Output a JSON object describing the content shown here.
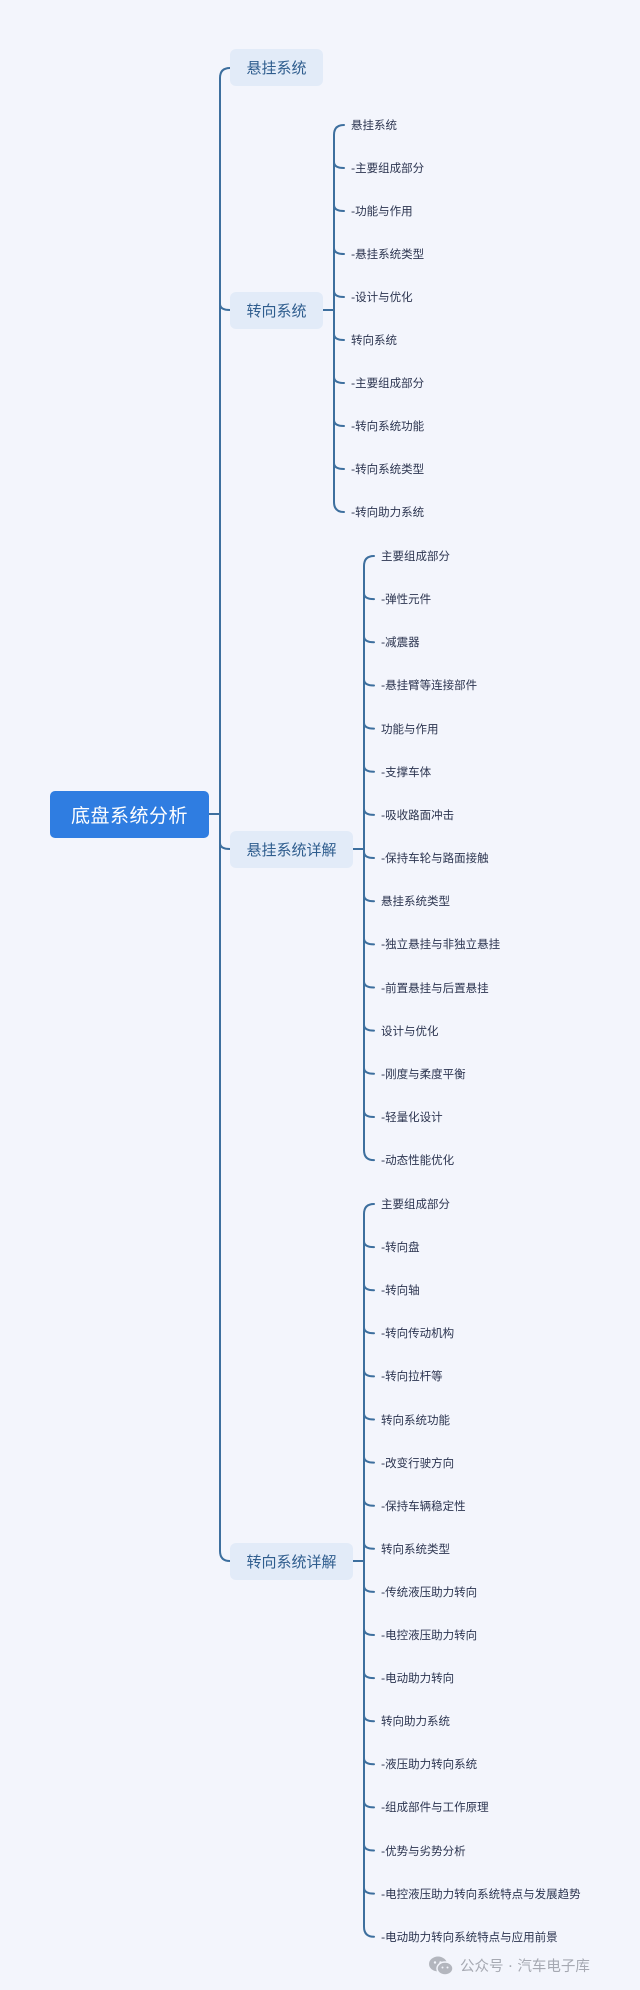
{
  "mindmap": {
    "root": {
      "label": "底盘系统分析",
      "color": "#2f7de1"
    },
    "branches": [
      {
        "label": "悬挂系统",
        "items": []
      },
      {
        "label": "转向系统",
        "items": [
          "悬挂系统",
          "-主要组成部分",
          "-功能与作用",
          "-悬挂系统类型",
          "-设计与优化",
          "转向系统",
          "-主要组成部分",
          "-转向系统功能",
          "-转向系统类型",
          "-转向助力系统"
        ]
      },
      {
        "label": "悬挂系统详解",
        "items": [
          "主要组成部分",
          "-弹性元件",
          "-减震器",
          "-悬挂臂等连接部件",
          "功能与作用",
          "-支撑车体",
          "-吸收路面冲击",
          "-保持车轮与路面接触",
          "悬挂系统类型",
          "-独立悬挂与非独立悬挂",
          "-前置悬挂与后置悬挂",
          "设计与优化",
          "-刚度与柔度平衡",
          "-轻量化设计",
          "-动态性能优化"
        ]
      },
      {
        "label": "转向系统详解",
        "items": [
          "主要组成部分",
          "-转向盘",
          "-转向轴",
          "-转向传动机构",
          "-转向拉杆等",
          "转向系统功能",
          "-改变行驶方向",
          "-保持车辆稳定性",
          "转向系统类型",
          "-传统液压助力转向",
          "-电控液压助力转向",
          "-电动助力转向",
          "转向助力系统",
          "-液压助力转向系统",
          "-组成部件与工作原理",
          "-优势与劣势分析",
          "-电控液压助力转向系统特点与发展趋势",
          "-电动助力转向系统特点与应用前景"
        ]
      }
    ],
    "colors": {
      "background": "#f3f5fc",
      "branch_fill": "#e2ebf8",
      "branch_text": "#2f5d8e",
      "connector": "#3d6f9e",
      "leaf_text": "#2c3550"
    }
  },
  "watermark": {
    "icon": "wechat-icon",
    "text": "公众号 · 汽车电子库"
  }
}
